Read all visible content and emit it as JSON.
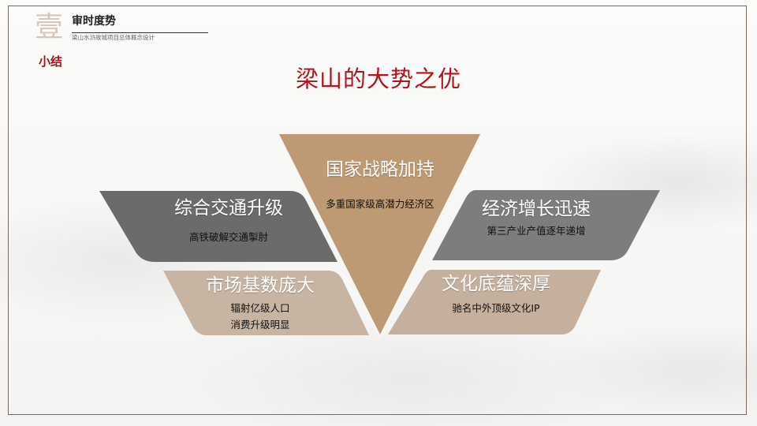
{
  "section": {
    "number_char": "壹",
    "title": "审时度势",
    "subtitle": "梁山水浒故城项目总体概念设计",
    "label": "小结"
  },
  "page": {
    "title": "梁山的大势之优"
  },
  "colors": {
    "title_red": "#b3131c",
    "triangle": "#bd9a73",
    "dark_gray": "#6b6b6b",
    "mid_gray": "#7d7d7d",
    "beige_left": "#c7b4a2",
    "beige_right": "#c5b09d",
    "frame": "#7a6a5e"
  },
  "advantages": [
    {
      "position": "center",
      "heading": "国家战略加持",
      "lines": [
        "多重国家级高潜力经济区"
      ]
    },
    {
      "position": "upper-left",
      "heading": "综合交通升级",
      "lines": [
        "高铁破解交通掣肘"
      ]
    },
    {
      "position": "upper-right",
      "heading": "经济增长迅速",
      "lines": [
        "第三产业产值逐年递增"
      ]
    },
    {
      "position": "lower-left",
      "heading": "市场基数庞大",
      "lines": [
        "辐射亿级人口",
        "消费升级明显"
      ]
    },
    {
      "position": "lower-right",
      "heading": "文化底蕴深厚",
      "lines": [
        "驰名中外顶级文化IP"
      ]
    }
  ]
}
